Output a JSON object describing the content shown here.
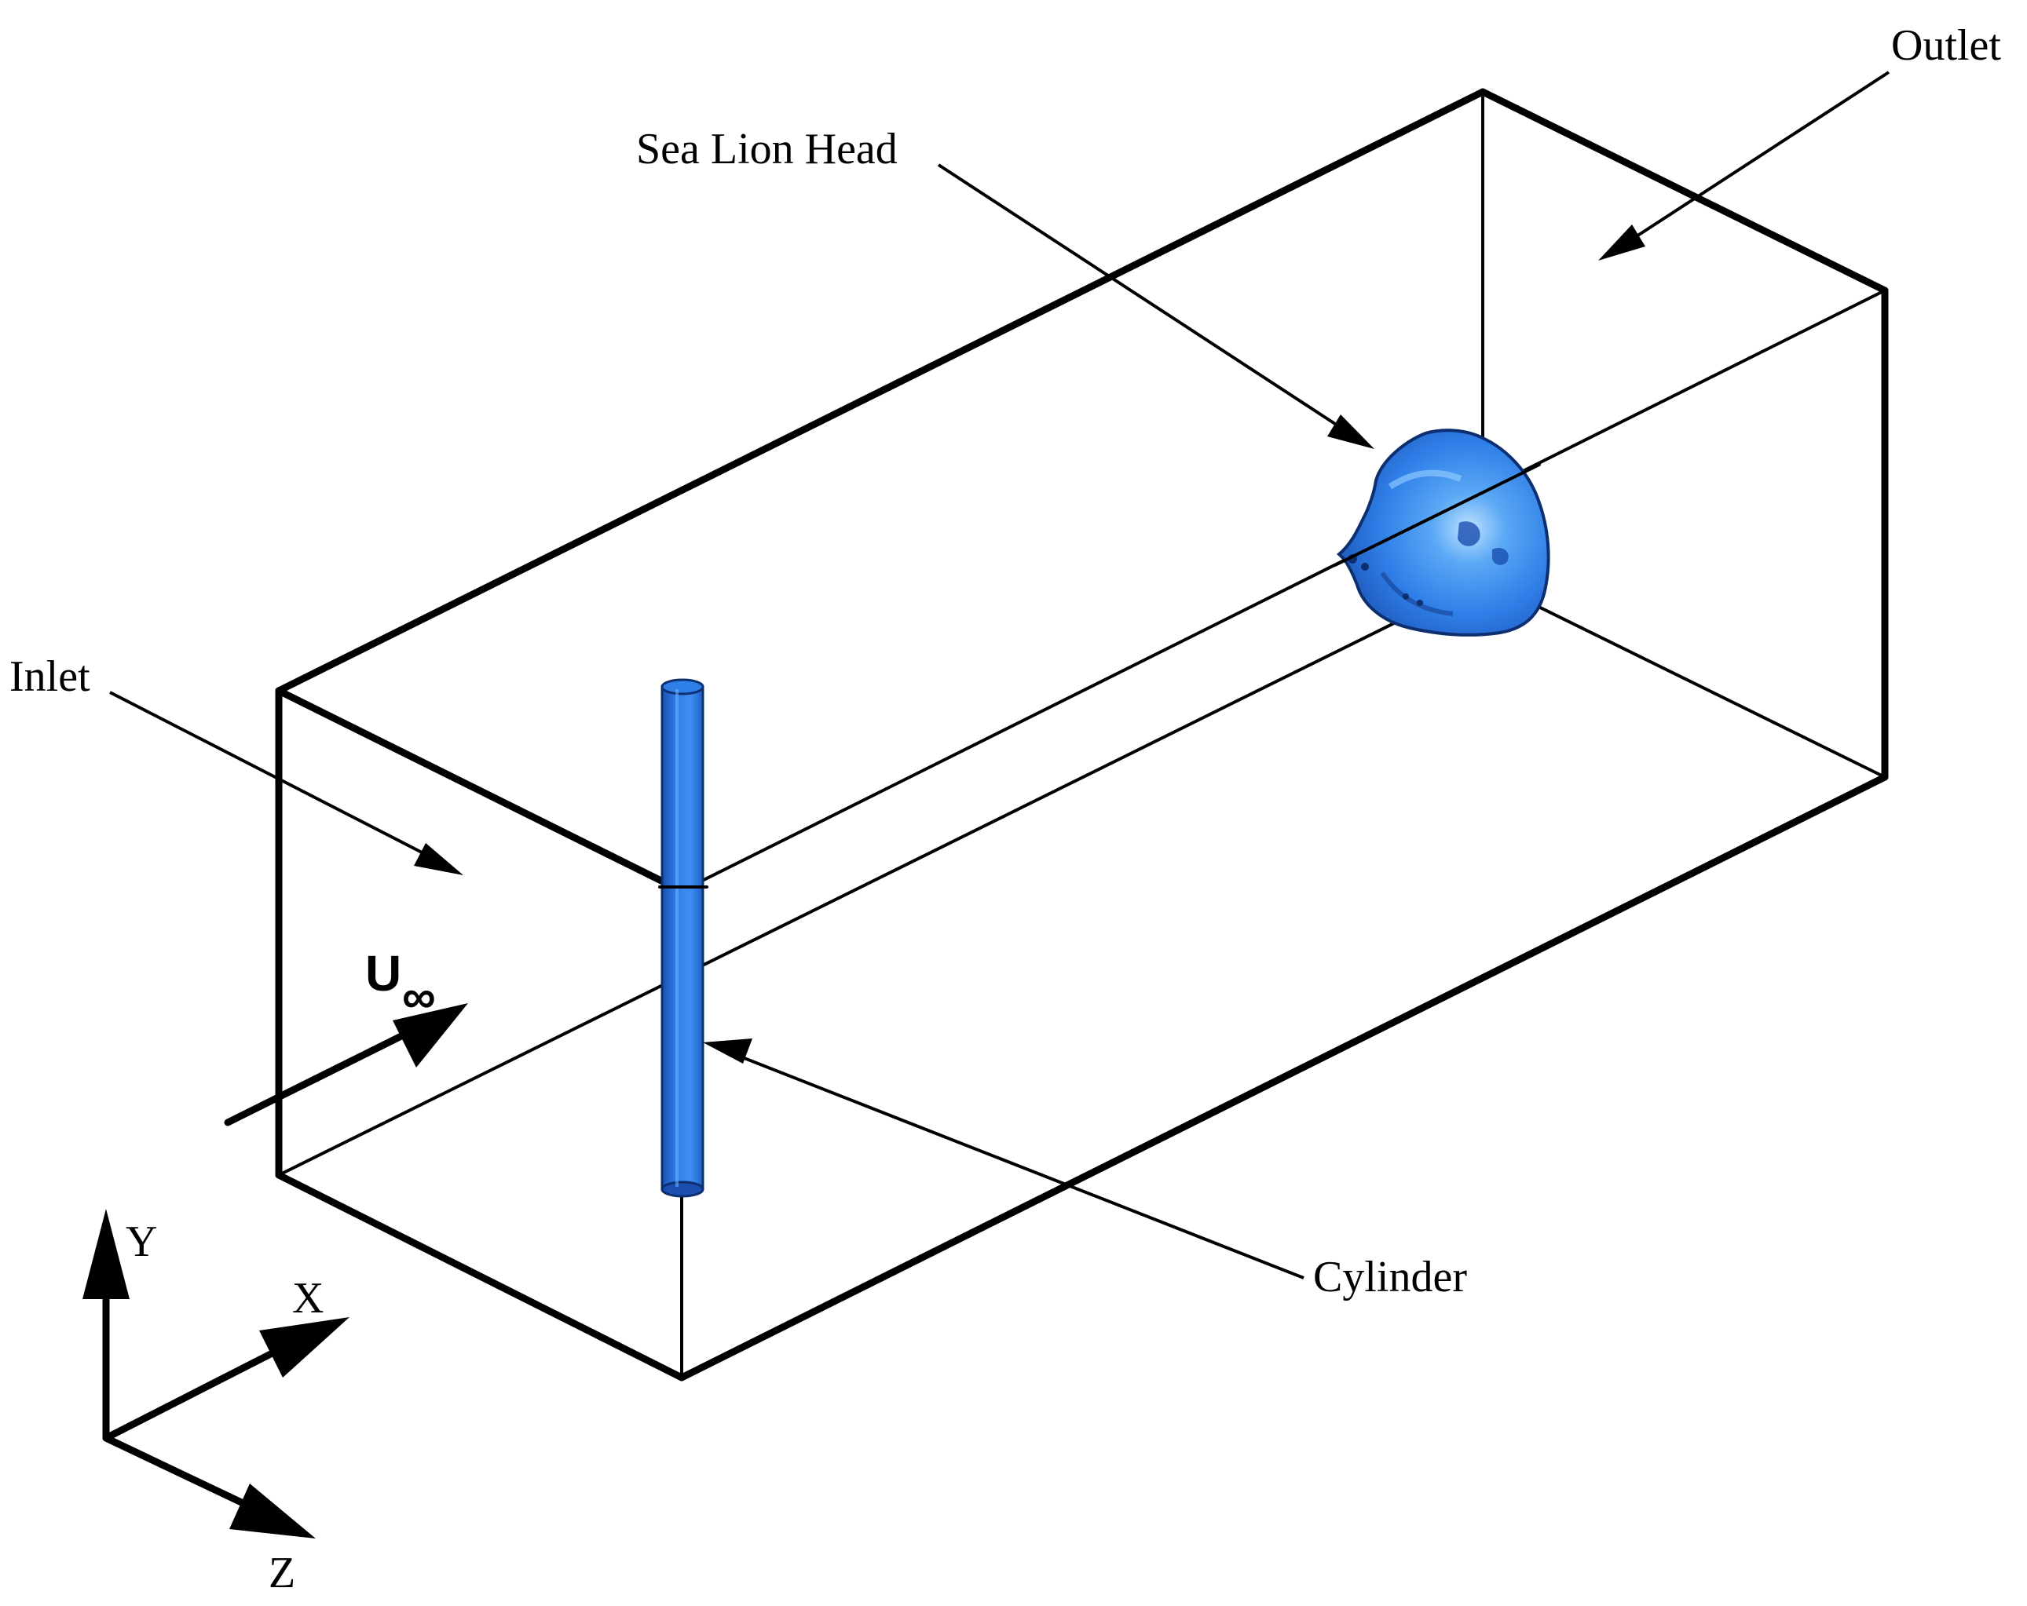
{
  "labels": {
    "outlet": "Outlet",
    "sea_lion_head": "Sea Lion Head",
    "inlet": "Inlet",
    "cylinder": "Cylinder",
    "velocity_symbol": "U",
    "velocity_subscript": "∞",
    "axis_x": "X",
    "axis_y": "Y",
    "axis_z": "Z"
  },
  "colors": {
    "object_blue": "#2f7fe8",
    "object_dark": "#1a4fb0",
    "highlight": "#9fd0ff",
    "line": "#000000"
  }
}
